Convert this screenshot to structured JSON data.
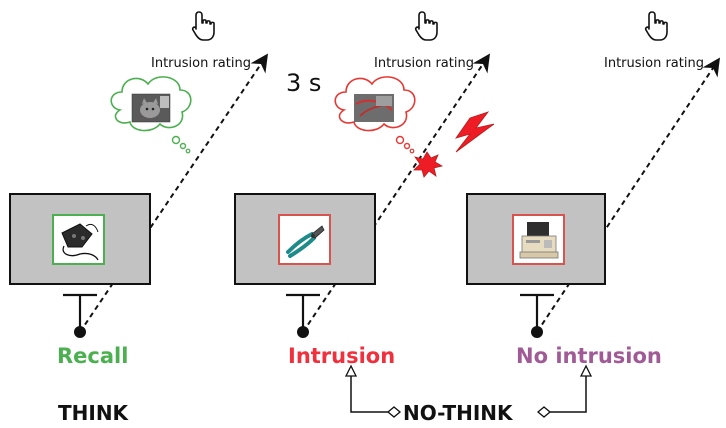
{
  "panels": [
    {
      "rating_label": "Intrusion rating",
      "condition": "Recall",
      "condition_color": "#4caf50",
      "frame_color": "#4caf50",
      "image_icon": "gamepad-icon",
      "thought_color": "#4caf50",
      "thought_image_icon": "cat-photo-icon"
    },
    {
      "rating_label": "Intrusion rating",
      "condition": "Intrusion",
      "condition_color": "#f0303c",
      "frame_color": "#d9534f",
      "image_icon": "pliers-icon",
      "thought_color": "#e53935",
      "thought_image_icon": "pliers-photo-icon"
    },
    {
      "rating_label": "Intrusion rating",
      "condition": "No intrusion",
      "condition_color": "#a05a96",
      "frame_color": "#d9534f",
      "image_icon": "copier-icon"
    }
  ],
  "timing_label": "3 s",
  "think_label": "THINK",
  "nothink_label": "NO-THINK",
  "colors": {
    "screen_fill": "#c2c2c2",
    "intrusion_red": "#ee1c25"
  }
}
